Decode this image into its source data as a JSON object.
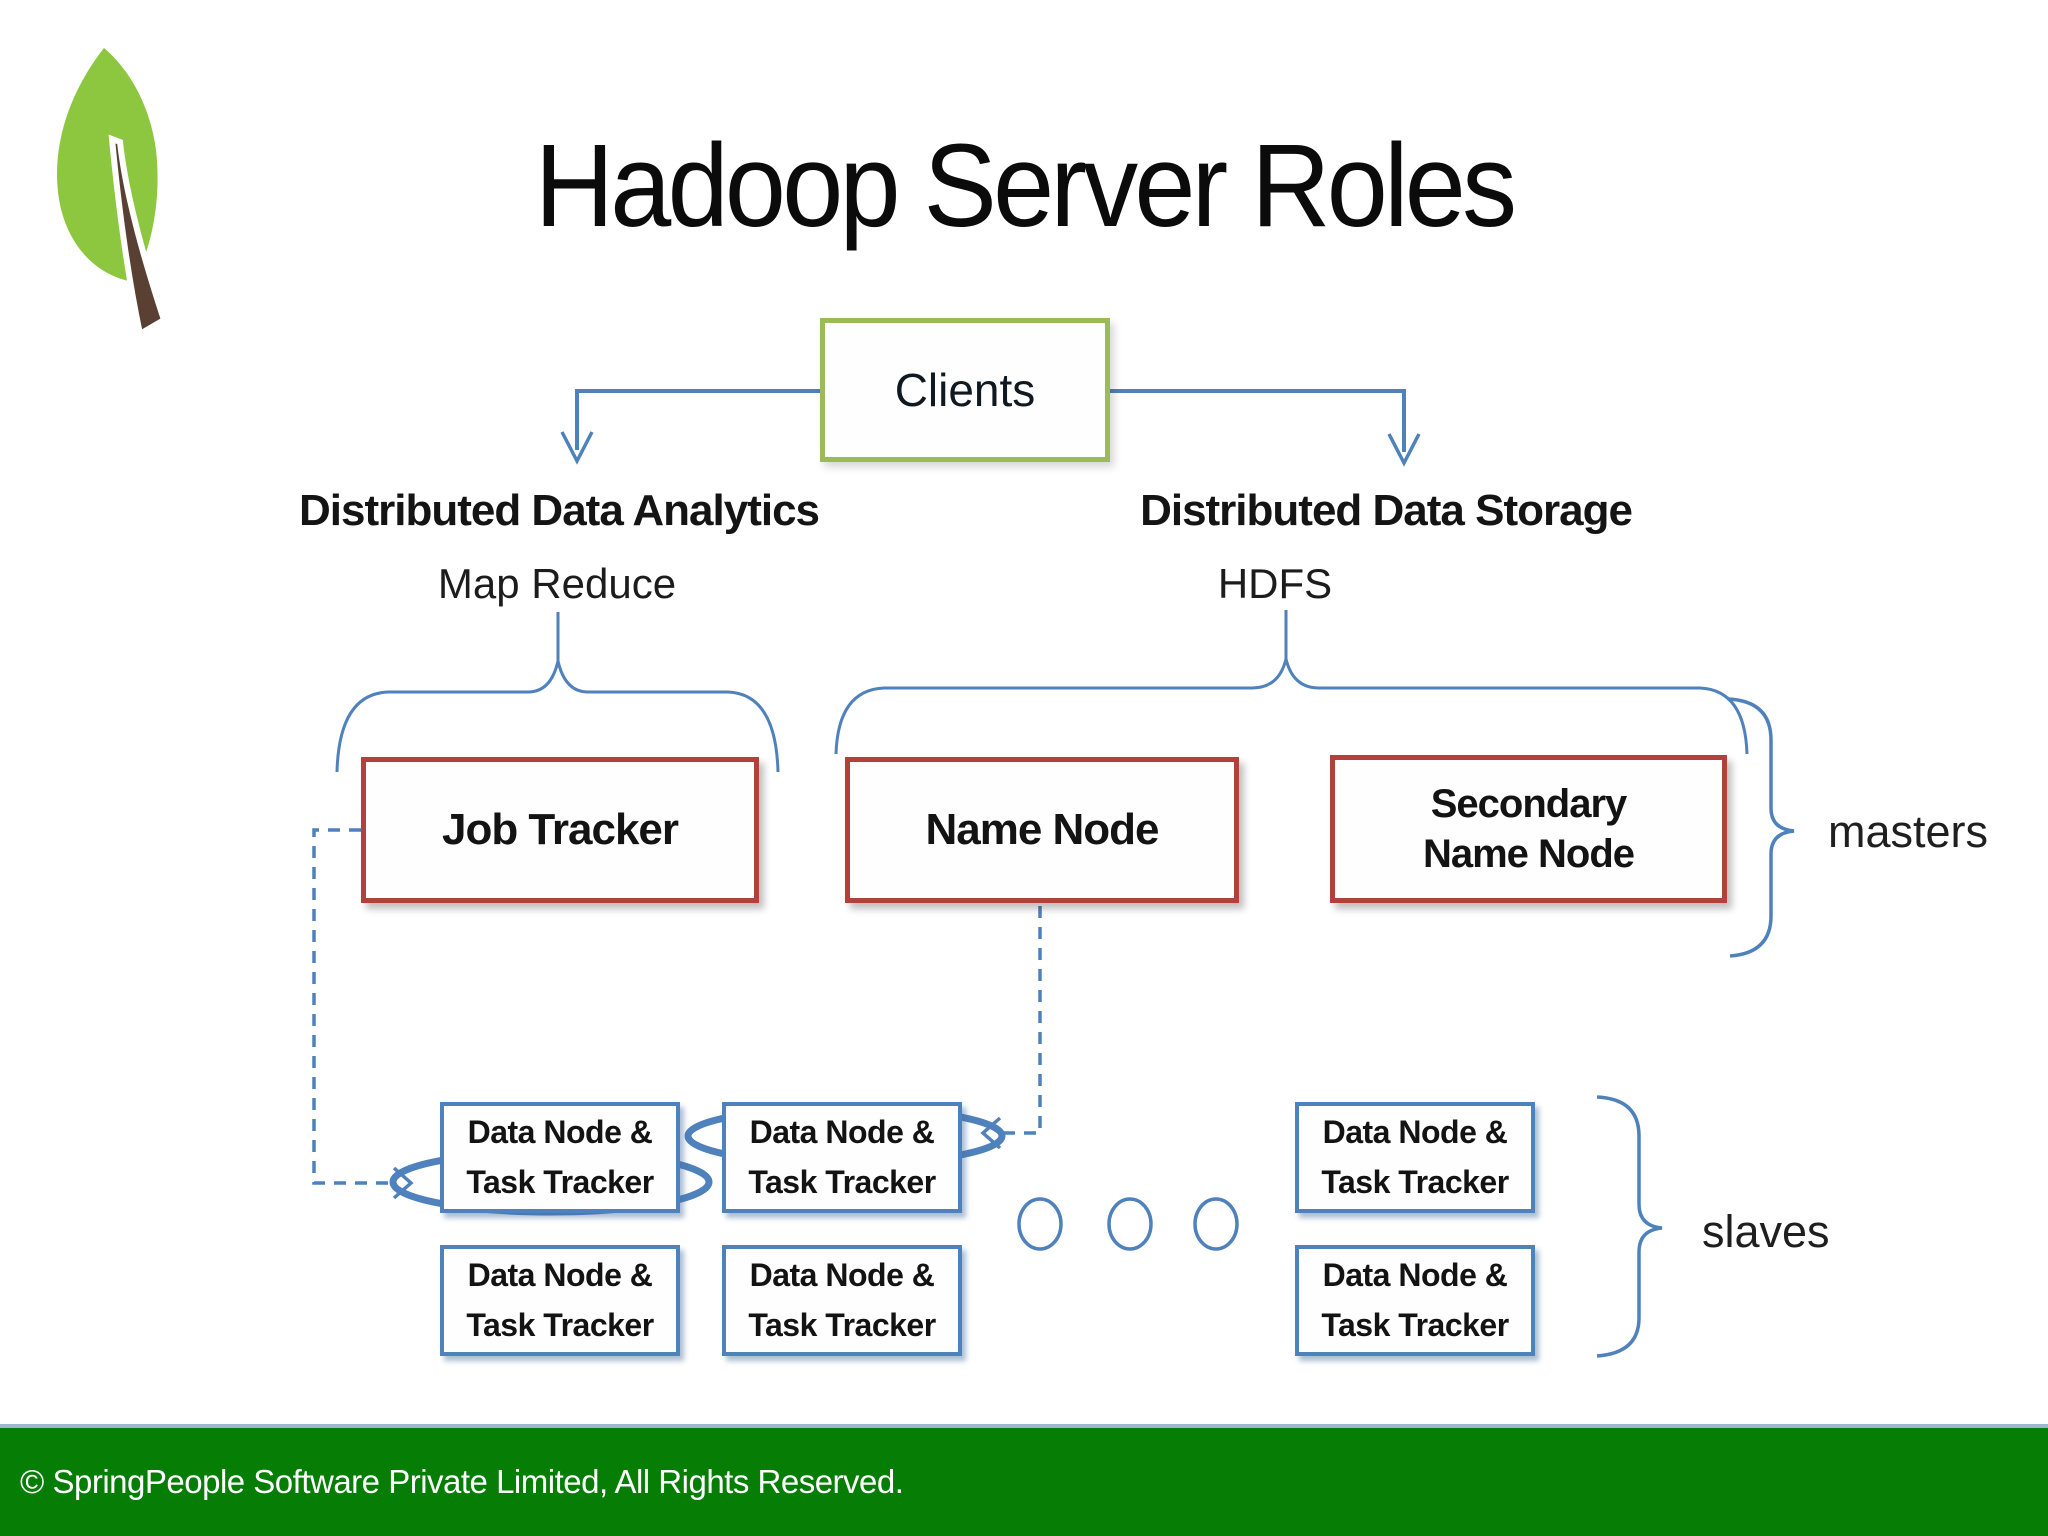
{
  "title": "Hadoop Server Roles",
  "logo": {
    "name": "springpeople-leaf-logo"
  },
  "diagram": {
    "clients_label": "Clients",
    "left_branch": {
      "heading": "Distributed Data Analytics",
      "sub": "Map Reduce"
    },
    "right_branch": {
      "heading": "Distributed Data Storage",
      "sub": "HDFS"
    },
    "masters": {
      "job_tracker": "Job Tracker",
      "name_node": "Name Node",
      "secondary_name_node_lines": [
        "Secondary",
        "Name Node"
      ],
      "label": "masters"
    },
    "slaves": {
      "node_lines": [
        "Data Node &",
        "Task Tracker"
      ],
      "label": "slaves",
      "box_count": 6,
      "ellipsis_circle_count": 3
    }
  },
  "footer": {
    "copyright": "© SpringPeople Software Private Limited, All Rights Reserved."
  },
  "colors": {
    "connector_blue": "#4f81bd",
    "master_box_red": "#b2403c",
    "clients_box_green": "#9bbb59",
    "footer_green": "#067e06",
    "leaf_green": "#8dc63f",
    "leaf_brown": "#5a4033",
    "text_black": "#141414",
    "footer_text": "#ffffff"
  }
}
